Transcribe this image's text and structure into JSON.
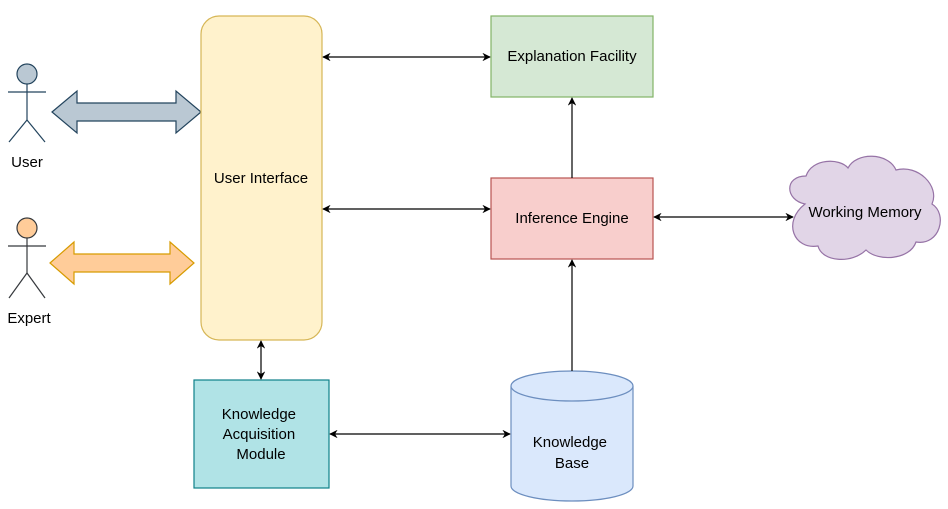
{
  "actors": {
    "user": {
      "label": "User",
      "color": "#bac8d3"
    },
    "expert": {
      "label": "Expert",
      "color": "#ffcc99"
    }
  },
  "nodes": {
    "user_interface": {
      "label": "User Interface",
      "fill": "#fff2cc",
      "stroke": "#d6b656"
    },
    "explanation_facility": {
      "label": "Explanation Facility",
      "fill": "#d5e8d4",
      "stroke": "#82b366"
    },
    "inference_engine": {
      "label": "Inference Engine",
      "fill": "#f8cecc",
      "stroke": "#b85450"
    },
    "working_memory": {
      "label": "Working Memory",
      "fill": "#e1d5e7",
      "stroke": "#9673a6"
    },
    "knowledge_acquisition": {
      "label_lines": [
        "Knowledge",
        "Acquisition",
        "Module"
      ],
      "fill": "#b0e3e6",
      "stroke": "#0e8088"
    },
    "knowledge_base": {
      "label_lines": [
        "Knowledge",
        "Base"
      ],
      "fill": "#dae8fc",
      "stroke": "#6c8ebf"
    }
  },
  "connections": [
    {
      "from": "user_interface",
      "to": "explanation_facility",
      "direction": "both"
    },
    {
      "from": "user_interface",
      "to": "inference_engine",
      "direction": "both"
    },
    {
      "from": "inference_engine",
      "to": "explanation_facility",
      "direction": "forward"
    },
    {
      "from": "inference_engine",
      "to": "working_memory",
      "direction": "both"
    },
    {
      "from": "knowledge_base",
      "to": "inference_engine",
      "direction": "forward"
    },
    {
      "from": "knowledge_acquisition",
      "to": "knowledge_base",
      "direction": "both"
    },
    {
      "from": "user_interface",
      "to": "knowledge_acquisition",
      "direction": "both"
    },
    {
      "from": "user",
      "to": "user_interface",
      "direction": "both"
    },
    {
      "from": "expert",
      "to": "user_interface",
      "direction": "both"
    }
  ]
}
